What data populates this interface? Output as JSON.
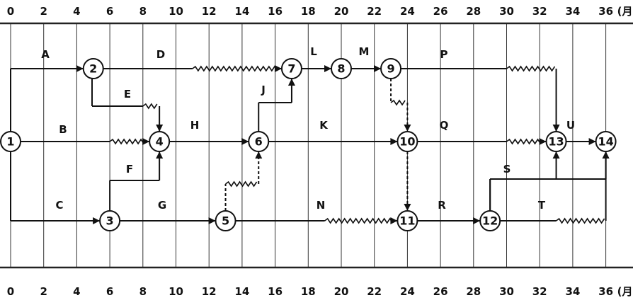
{
  "axis": {
    "unit_label": "(月)",
    "ticks": [
      "0",
      "2",
      "4",
      "6",
      "8",
      "10",
      "12",
      "14",
      "16",
      "18",
      "20",
      "22",
      "24",
      "26",
      "28",
      "30",
      "32",
      "34",
      "36"
    ]
  },
  "nodes": [
    {
      "id": "1",
      "t": 0,
      "row": "mid"
    },
    {
      "id": "2",
      "t": 5,
      "row": "top"
    },
    {
      "id": "3",
      "t": 6,
      "row": "bot"
    },
    {
      "id": "4",
      "t": 9,
      "row": "mid"
    },
    {
      "id": "5",
      "t": 13,
      "row": "bot"
    },
    {
      "id": "6",
      "t": 15,
      "row": "mid"
    },
    {
      "id": "7",
      "t": 17,
      "row": "top"
    },
    {
      "id": "8",
      "t": 20,
      "row": "top"
    },
    {
      "id": "9",
      "t": 23,
      "row": "top"
    },
    {
      "id": "10",
      "t": 24,
      "row": "mid"
    },
    {
      "id": "11",
      "t": 24,
      "row": "bot"
    },
    {
      "id": "12",
      "t": 29,
      "row": "bot"
    },
    {
      "id": "13",
      "t": 33,
      "row": "mid"
    },
    {
      "id": "14",
      "t": 36,
      "row": "mid"
    }
  ],
  "activities": [
    {
      "name": "A",
      "from": "1",
      "to": "2",
      "float_start": null
    },
    {
      "name": "D",
      "from": "2",
      "to": "7",
      "float_start": 11
    },
    {
      "name": "L",
      "from": "7",
      "to": "8",
      "float_start": null
    },
    {
      "name": "M",
      "from": "8",
      "to": "9",
      "float_start": null
    },
    {
      "name": "P",
      "from": "9",
      "to": "13",
      "float_start": 30
    },
    {
      "name": "E",
      "from": "2",
      "to": "4",
      "float_start": 8
    },
    {
      "name": "B",
      "from": "1",
      "to": "4",
      "float_start": 6
    },
    {
      "name": "H",
      "from": "4",
      "to": "6",
      "float_start": null
    },
    {
      "name": "J",
      "from": "6",
      "to": "7",
      "float_start": null
    },
    {
      "name": "K",
      "from": "6",
      "to": "10",
      "float_start": null
    },
    {
      "name": "Q",
      "from": "10",
      "to": "13",
      "float_start": 30
    },
    {
      "name": "U",
      "from": "13",
      "to": "14",
      "float_start": null
    },
    {
      "name": "C",
      "from": "1",
      "to": "3",
      "float_start": null
    },
    {
      "name": "F",
      "from": "3",
      "to": "4",
      "float_start": null
    },
    {
      "name": "G",
      "from": "3",
      "to": "5",
      "float_start": null
    },
    {
      "name": "N",
      "from": "5",
      "to": "11",
      "float_start": 19
    },
    {
      "name": "R",
      "from": "11",
      "to": "12",
      "float_start": null
    },
    {
      "name": "S",
      "from": "12",
      "to": "13",
      "float_start": null
    },
    {
      "name": "T",
      "from": "12",
      "to": "14",
      "float_start": 33
    }
  ],
  "dummies": [
    {
      "from": "5",
      "to": "6",
      "float_start": 13
    },
    {
      "from": "9",
      "to": "10",
      "float_start": 23
    },
    {
      "from": "10",
      "to": "11",
      "float_start": null
    }
  ]
}
